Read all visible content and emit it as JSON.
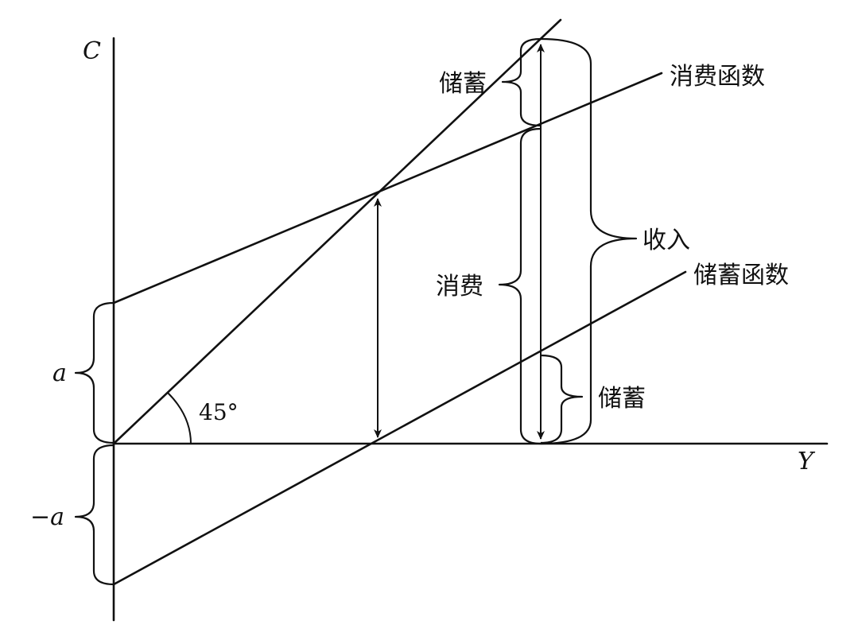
{
  "axes": {
    "y_axis_label": "C",
    "x_axis_label": "Y"
  },
  "labels": {
    "consumption_function": "消费函数",
    "saving_function": "储蓄函数",
    "saving_top": "储蓄",
    "consumption": "消费",
    "income": "收入",
    "saving_bottom": "储蓄",
    "intercept_positive": "a",
    "intercept_negative": "−a",
    "angle": "45°"
  }
}
